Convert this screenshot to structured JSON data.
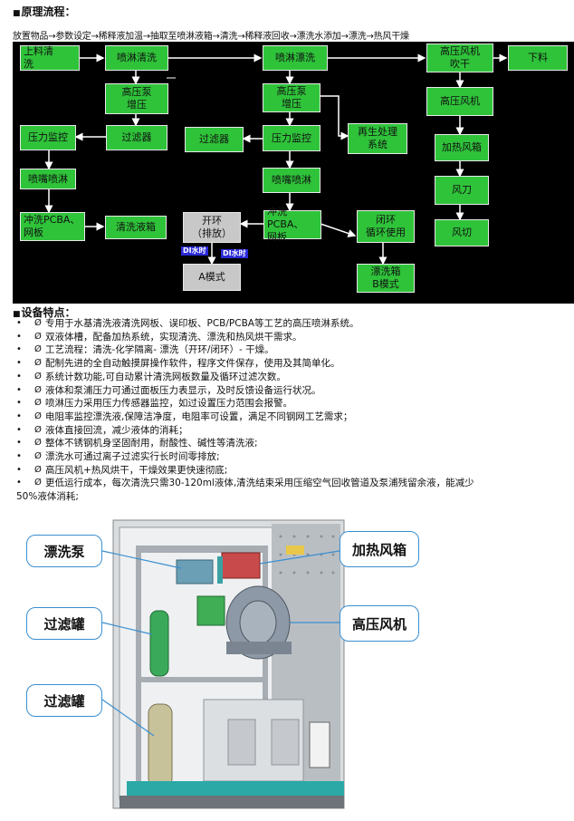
{
  "section_process": {
    "marker": "■",
    "title": "原理流程："
  },
  "flow_caption": "放置物品→参数设定→稀释液加温→抽取至喷淋液箱→清洗→稀释液回收→漂洗水添加→漂洗→热风干燥",
  "flow": {
    "load_wash": "上料清\n洗",
    "spray_wash_1": "喷淋清洗",
    "spray_rinse": "喷淋漂洗",
    "hp_blower_dry": "高压风机\n吹干",
    "unload": "下料",
    "pump_boost_1": "高压泵\n增压",
    "pump_boost_2": "高压泵\n增压",
    "hp_blower": "高压风机",
    "pressure_monitor_1": "压力监控",
    "filter_1": "过滤器",
    "filter_2": "过滤器",
    "pressure_monitor_2": "压力监控",
    "regen": "再生处理\n系统",
    "heat_box": "加热风箱",
    "nozzle_spray_1": "喷嘴喷淋",
    "nozzle_spray_2": "喷嘴喷淋",
    "air_knife": "风刀",
    "wash_pcba": "冲洗PCBA、\n网板",
    "wash_tank": "清洗液箱",
    "open_loop": "开环\n（排放）",
    "rinse_pcba": "冲洗PCBA、\n网板",
    "closed_loop": "闭环\n循环使用",
    "air_cut": "风切",
    "mode_a": "A模式",
    "rinse_tank_b": "漂洗箱\nB模式",
    "flag_a": "DI水时",
    "flag_b": "DI水时"
  },
  "section_features": {
    "marker": "■",
    "title": "设备特点："
  },
  "bullet": "•",
  "bullet_mark": "Ø",
  "features": [
    "专用于水基清洗液清洗网板、误印板、PCB/PCBA等工艺的高压喷淋系统。",
    "双液体槽，配备加热系统，实现清洗、漂洗和热风烘干需求。",
    "工艺流程：清洗-化学隔离- 漂洗（开环/闭环）- 干燥。",
    "配制先进的全自动触摸屏操作软件，程序文件保存，使用及其简单化。",
    "系统计数功能,可自动累计清洗网板数量及循环过滤次数。",
    "液体和泵浦压力可通过面板压力表显示，及时反馈设备运行状况。",
    "喷淋压力采用压力传感器监控，如过设置压力范围会报警。",
    "电阻率监控漂洗液,保障洁净度，电阻率可设置，满足不同钢网工艺需求；",
    "液体直接回流，减少液体的消耗；",
    "整体不锈钢机身坚固耐用，耐酸性、碱性等清洗液;",
    "漂洗水可通过离子过滤实行长时间零排放;",
    "高压风机+热风烘干，干燥效果更快速彻底;"
  ],
  "feature_last": "更低运行成本，每次清洗只需30-120ml液体,清洗结束采用压缩空气回收管道及泵浦残留余液，能减少",
  "feature_last_cont": "50%液体消耗;",
  "callouts": {
    "rinse_pump": "漂洗泵",
    "filter_tank_1": "过滤罐",
    "filter_tank_2": "过滤罐",
    "heat_box": "加热风箱",
    "hp_blower": "高压风机"
  },
  "colors": {
    "box_green": "#2fc33a",
    "diagram_bg": "#000000",
    "callout_border": "#3a8fd0",
    "flag_blue": "#2a2ad8"
  }
}
